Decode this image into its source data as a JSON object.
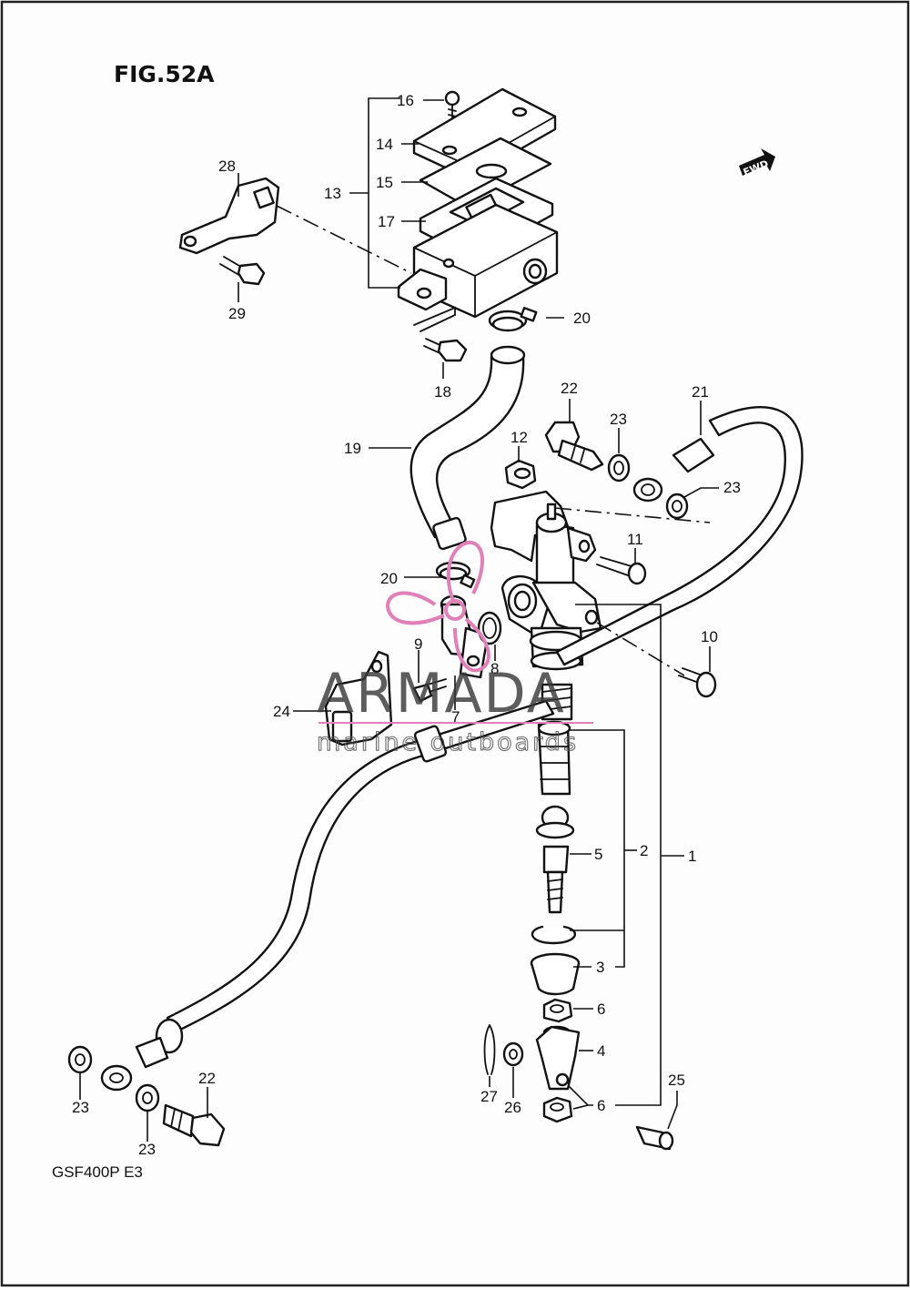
{
  "figure": {
    "title": "FIG.52A",
    "model": "GSF400P  E3"
  },
  "fwd_arrow": {
    "label": "FWD"
  },
  "watermark": {
    "brand": "ARMADA",
    "tagline": "marine outboards",
    "logo_color": "#e07fb8"
  },
  "callouts": [
    {
      "id": "c1",
      "label": "1"
    },
    {
      "id": "c2",
      "label": "2"
    },
    {
      "id": "c3",
      "label": "3"
    },
    {
      "id": "c4",
      "label": "4"
    },
    {
      "id": "c5",
      "label": "5"
    },
    {
      "id": "c6a",
      "label": "6"
    },
    {
      "id": "c6b",
      "label": "6"
    },
    {
      "id": "c7",
      "label": "7"
    },
    {
      "id": "c8",
      "label": "8"
    },
    {
      "id": "c9",
      "label": "9"
    },
    {
      "id": "c10",
      "label": "10"
    },
    {
      "id": "c11",
      "label": "11"
    },
    {
      "id": "c12",
      "label": "12"
    },
    {
      "id": "c13",
      "label": "13"
    },
    {
      "id": "c14",
      "label": "14"
    },
    {
      "id": "c15",
      "label": "15"
    },
    {
      "id": "c16",
      "label": "16"
    },
    {
      "id": "c17",
      "label": "17"
    },
    {
      "id": "c18",
      "label": "18"
    },
    {
      "id": "c19",
      "label": "19"
    },
    {
      "id": "c20a",
      "label": "20"
    },
    {
      "id": "c20b",
      "label": "20"
    },
    {
      "id": "c21",
      "label": "21"
    },
    {
      "id": "c22a",
      "label": "22"
    },
    {
      "id": "c22b",
      "label": "22"
    },
    {
      "id": "c23a",
      "label": "23"
    },
    {
      "id": "c23b",
      "label": "23"
    },
    {
      "id": "c23c",
      "label": "23"
    },
    {
      "id": "c23d",
      "label": "23"
    },
    {
      "id": "c24",
      "label": "24"
    },
    {
      "id": "c25",
      "label": "25"
    },
    {
      "id": "c26",
      "label": "26"
    },
    {
      "id": "c27",
      "label": "27"
    },
    {
      "id": "c28",
      "label": "28"
    },
    {
      "id": "c29",
      "label": "29"
    }
  ]
}
